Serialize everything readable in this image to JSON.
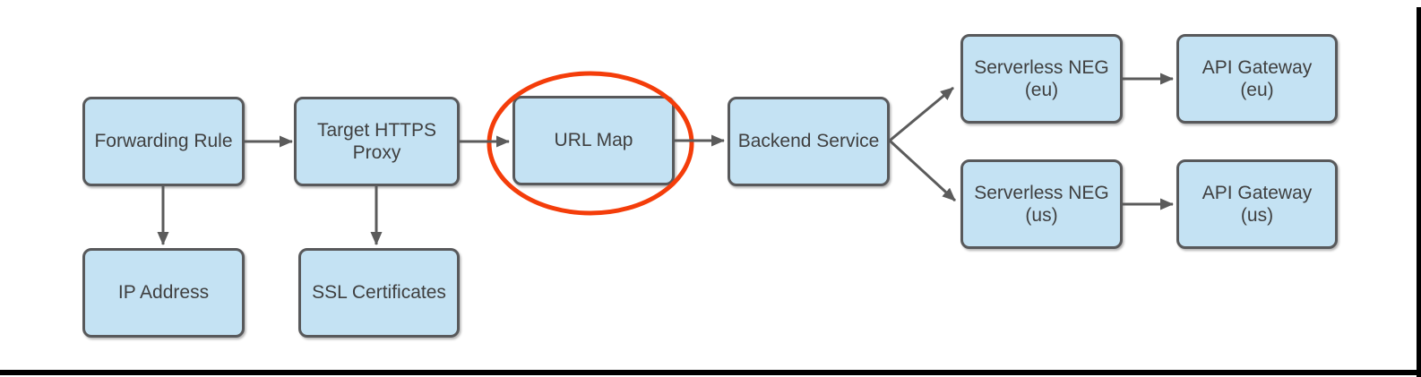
{
  "colors": {
    "background": "#FFFFFF",
    "node-fill": "#C4E2F3",
    "node-border": "#58595B",
    "arrow": "#5B5B5B",
    "text": "#3F3F3F",
    "highlight": "#F43D0A",
    "frame": "#000000"
  },
  "diagram": {
    "nodes": {
      "forwarding_rule": {
        "label": "Forwarding Rule",
        "lines": [
          "Forwarding Rule"
        ]
      },
      "target_https_proxy": {
        "label": "Target HTTPS Proxy",
        "lines": [
          "Target HTTPS",
          "Proxy"
        ]
      },
      "url_map": {
        "label": "URL Map",
        "lines": [
          "URL Map"
        ]
      },
      "backend_service": {
        "label": "Backend Service",
        "lines": [
          "Backend Service"
        ]
      },
      "serverless_neg_eu": {
        "label": "Serverless NEG (eu)",
        "lines": [
          "Serverless NEG",
          "(eu)"
        ]
      },
      "api_gateway_eu": {
        "label": "API Gateway (eu)",
        "lines": [
          "API Gateway",
          "(eu)"
        ]
      },
      "serverless_neg_us": {
        "label": "Serverless NEG (us)",
        "lines": [
          "Serverless NEG",
          "(us)"
        ]
      },
      "api_gateway_us": {
        "label": "API Gateway (us)",
        "lines": [
          "API Gateway",
          "(us)"
        ]
      },
      "ip_address": {
        "label": "IP Address",
        "lines": [
          "IP Address"
        ]
      },
      "ssl_certificates": {
        "label": "SSL Certificates",
        "lines": [
          "SSL Certificates"
        ]
      }
    },
    "edges": [
      {
        "from": "forwarding_rule",
        "to": "target_https_proxy"
      },
      {
        "from": "target_https_proxy",
        "to": "url_map"
      },
      {
        "from": "url_map",
        "to": "backend_service"
      },
      {
        "from": "backend_service",
        "to": "serverless_neg_eu"
      },
      {
        "from": "backend_service",
        "to": "serverless_neg_us"
      },
      {
        "from": "serverless_neg_eu",
        "to": "api_gateway_eu"
      },
      {
        "from": "serverless_neg_us",
        "to": "api_gateway_us"
      },
      {
        "from": "forwarding_rule",
        "to": "ip_address"
      },
      {
        "from": "target_https_proxy",
        "to": "ssl_certificates"
      }
    ],
    "highlight": {
      "shape": "ellipse",
      "target": "url_map",
      "color": "#F43D0A"
    }
  }
}
